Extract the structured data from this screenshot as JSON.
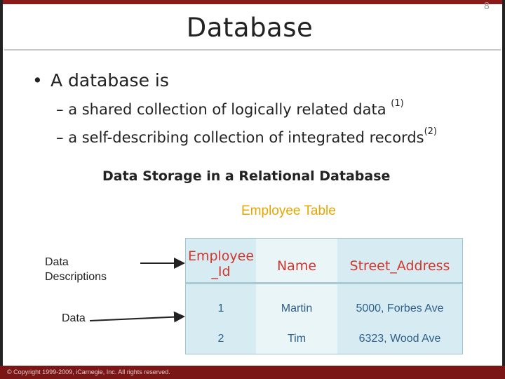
{
  "slide": {
    "number": "8",
    "title": "Database"
  },
  "bullets": {
    "main": "A database is",
    "sub": [
      {
        "text": "a shared collection of logically related data",
        "ref": "(1)"
      },
      {
        "text": "a self-describing collection of integrated records",
        "ref": "(2)"
      }
    ]
  },
  "figure": {
    "heading": "Data Storage in a Relational Database",
    "table_caption": "Employee Table",
    "label_descriptions": [
      "Data",
      "Descriptions"
    ],
    "label_data": "Data",
    "columns": [
      "Employee _Id",
      "Name",
      "Street_Address"
    ],
    "rows": [
      [
        "1",
        "Martin",
        "5000, Forbes Ave"
      ],
      [
        "2",
        "Tim",
        "6323, Wood Ave"
      ]
    ],
    "colors": {
      "header_text": "#d2352c",
      "cell_text": "#2e5f8a",
      "caption": "#e8a400",
      "table_bg": "#d7ecf2"
    }
  },
  "footer": {
    "copyright": "© Copyright 1999-2009, iCarnegie, Inc. All rights reserved."
  }
}
